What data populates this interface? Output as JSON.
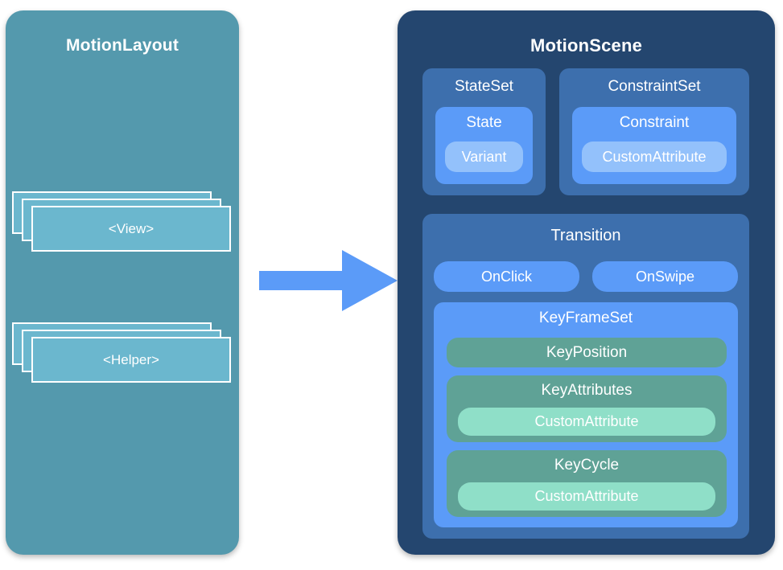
{
  "diagram": {
    "title_left": "MotionLayout",
    "title_right": "MotionScene",
    "arrow": {
      "name": "right-arrow",
      "color": "#5b9bf8",
      "direction": "right"
    }
  },
  "motion_layout": {
    "label": "MotionLayout",
    "stacks": [
      {
        "label": "<View>",
        "layers": 3
      },
      {
        "label": "<Helper>",
        "layers": 3
      }
    ]
  },
  "motion_scene": {
    "label": "MotionScene",
    "state_set": {
      "label": "StateSet",
      "state": {
        "label": "State",
        "variant": {
          "label": "Variant"
        }
      }
    },
    "constraint_set": {
      "label": "ConstraintSet",
      "constraint": {
        "label": "Constraint",
        "custom_attribute": {
          "label": "CustomAttribute"
        }
      }
    },
    "transition": {
      "label": "Transition",
      "triggers": [
        {
          "label": "OnClick"
        },
        {
          "label": "OnSwipe"
        }
      ],
      "key_frame_set": {
        "label": "KeyFrameSet",
        "key_position": {
          "label": "KeyPosition"
        },
        "key_attributes": {
          "label": "KeyAttributes",
          "custom_attribute": {
            "label": "CustomAttribute"
          }
        },
        "key_cycle": {
          "label": "KeyCycle",
          "custom_attribute": {
            "label": "CustomAttribute"
          }
        }
      }
    }
  },
  "colors": {
    "background": "#ffffff",
    "motion_layout_panel": "#5499ad",
    "view_card": "#6bb7ce",
    "card_border": "#ffffff",
    "arrow": "#5b9bf8",
    "motion_scene_panel": "#24466f",
    "level1_container": "#3d6fad",
    "level2_container": "#5b9bf8",
    "light_pill": "#93c1fb",
    "key_block_green": "#5fa296",
    "mint_pill": "#8fdfc8",
    "text": "#ffffff"
  }
}
